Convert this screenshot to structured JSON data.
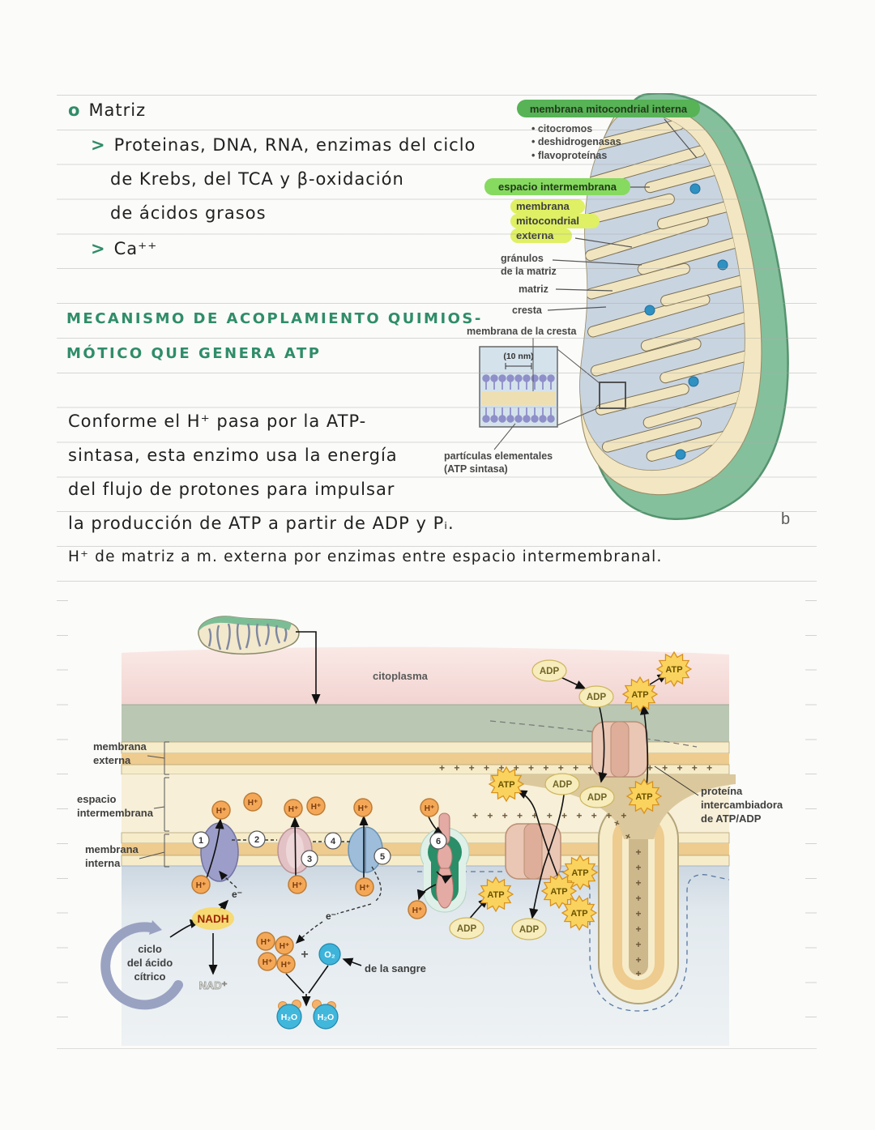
{
  "colors": {
    "highlight_dark_green": "#57b356",
    "highlight_bright_green": "#86da60",
    "highlight_yellow_green": "#dff064",
    "ink": "#212121",
    "green_ink": "#2f8d69",
    "page": "#fbfbf9"
  },
  "notes": {
    "bullet": "o",
    "title": "Matriz",
    "arrow": ">",
    "item1": "Proteinas, DNA, RNA, enzimas del ciclo",
    "item1b": "de Krebs, del TCA y β-oxidación",
    "item1c": "de ácidos grasos",
    "item2": "Ca⁺⁺",
    "heading1": "MECANISMO DE ACOPLAMIENTO QUIMIOS-",
    "heading2": "MÓTICO QUE GENERA ATP",
    "para1": "Conforme el H⁺ pasa por la ATP-",
    "para2": "sintasa, esta enzimo usa la energía",
    "para3": "del flujo de protones para impulsar",
    "para4": "la producción de ATP a partir de ADP y Pᵢ.",
    "footnote": "H⁺ de matriz a m. externa por enzimas entre espacio intermembranal."
  },
  "mito_figure": {
    "inner_membrane": "membrana mitocondrial interna",
    "component1": "• citocromos",
    "component2": "• deshidrogenasas",
    "component3": "• flavoproteínas",
    "intermembrane": "espacio intermembrana",
    "outer1": "membrana",
    "outer2": "mitocondrial",
    "outer3": "externa",
    "granules1": "gránulos",
    "granules2": "de la matriz",
    "matrix": "matriz",
    "crista": "cresta",
    "crista_membrane": "membrana de la cresta",
    "scale": "(10 nm)",
    "particles1": "partículas elementales",
    "particles2": "(ATP sintasa)",
    "letter": "b"
  },
  "chemi_figure": {
    "cytoplasm": "citoplasma",
    "outer1": "membrana",
    "outer2": "externa",
    "space1": "espacio",
    "space2": "intermembrana",
    "inner1": "membrana",
    "inner2": "interna",
    "exchanger1": "proteína",
    "exchanger2": "intercambiadora",
    "exchanger3": "de ATP/ADP",
    "cycle1": "ciclo",
    "cycle2": "del ácido",
    "cycle3": "cítrico",
    "nadh": "NADH",
    "nad": "NAD⁺",
    "blood": "de la sangre",
    "hplus": "H⁺",
    "atp": "ATP",
    "adp": "ADP",
    "o2": "O₂",
    "h2o": "H₂O",
    "electron": "e⁻",
    "plus": "+",
    "plus_row_outer": "+ + + + + + + + + + + + + + + + + + +",
    "plus_row_inner": "+ + + + + + + + + + +",
    "n1": "1",
    "n2": "2",
    "n3": "3",
    "n4": "4",
    "n5": "5",
    "n6": "6"
  }
}
